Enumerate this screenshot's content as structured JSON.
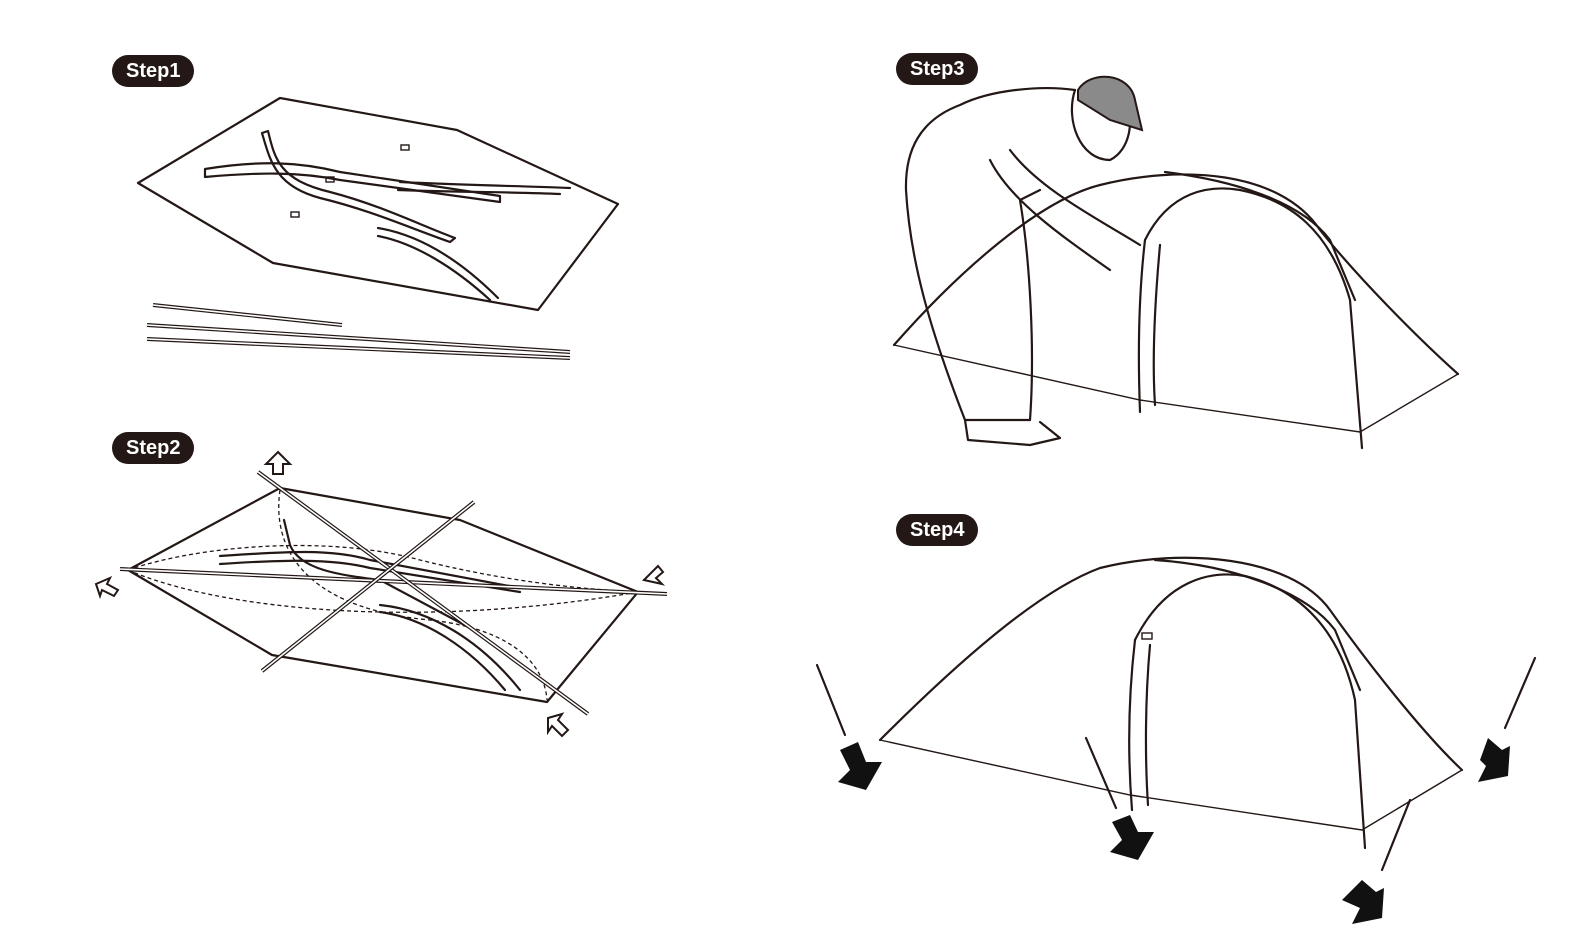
{
  "steps": [
    {
      "label": "Step1"
    },
    {
      "label": "Step2"
    },
    {
      "label": "Step3"
    },
    {
      "label": "Step4"
    }
  ],
  "colors": {
    "ink": "#231815",
    "background": "#ffffff"
  }
}
